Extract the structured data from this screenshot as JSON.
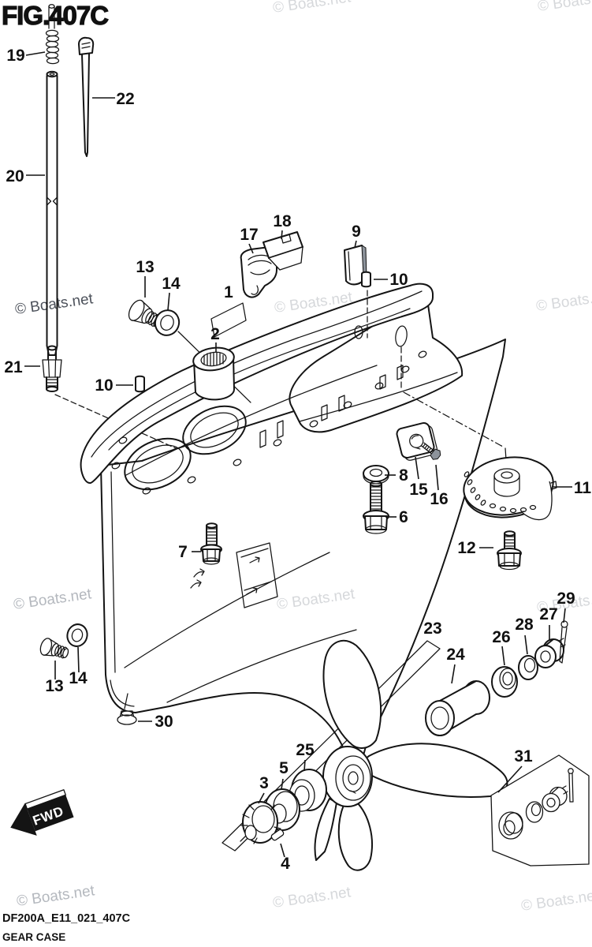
{
  "figure": {
    "title": "FIG.407C",
    "part_code": "DF200A_E11_021_407C",
    "part_name": "GEAR CASE"
  },
  "watermark": {
    "text": "© Boats.net"
  },
  "fwd": {
    "label": "FWD"
  },
  "colors": {
    "ink": "#141414",
    "watermark_light": "#d6d8db",
    "watermark_medium": "#b4b8be",
    "watermark_dark": "#4d525b"
  },
  "parts": [
    {
      "key": "19",
      "num": "19"
    },
    {
      "key": "22",
      "num": "22"
    },
    {
      "key": "20",
      "num": "20"
    },
    {
      "key": "21",
      "num": "21"
    },
    {
      "key": "10-left",
      "num": "10"
    },
    {
      "key": "13-upper",
      "num": "13"
    },
    {
      "key": "14-upper",
      "num": "14"
    },
    {
      "key": "17",
      "num": "17"
    },
    {
      "key": "18",
      "num": "18"
    },
    {
      "key": "9",
      "num": "9"
    },
    {
      "key": "10-right",
      "num": "10"
    },
    {
      "key": "1",
      "num": "1"
    },
    {
      "key": "2",
      "num": "2"
    },
    {
      "key": "8",
      "num": "8"
    },
    {
      "key": "15",
      "num": "15"
    },
    {
      "key": "16",
      "num": "16"
    },
    {
      "key": "11",
      "num": "11"
    },
    {
      "key": "6",
      "num": "6"
    },
    {
      "key": "7",
      "num": "7"
    },
    {
      "key": "12",
      "num": "12"
    },
    {
      "key": "30",
      "num": "30"
    },
    {
      "key": "13-lower",
      "num": "13"
    },
    {
      "key": "14-lower",
      "num": "14"
    },
    {
      "key": "23",
      "num": "23"
    },
    {
      "key": "24",
      "num": "24"
    },
    {
      "key": "26",
      "num": "26"
    },
    {
      "key": "28",
      "num": "28"
    },
    {
      "key": "27",
      "num": "27"
    },
    {
      "key": "29",
      "num": "29"
    },
    {
      "key": "25",
      "num": "25"
    },
    {
      "key": "5",
      "num": "5"
    },
    {
      "key": "3",
      "num": "3"
    },
    {
      "key": "4",
      "num": "4"
    },
    {
      "key": "31",
      "num": "31"
    }
  ]
}
